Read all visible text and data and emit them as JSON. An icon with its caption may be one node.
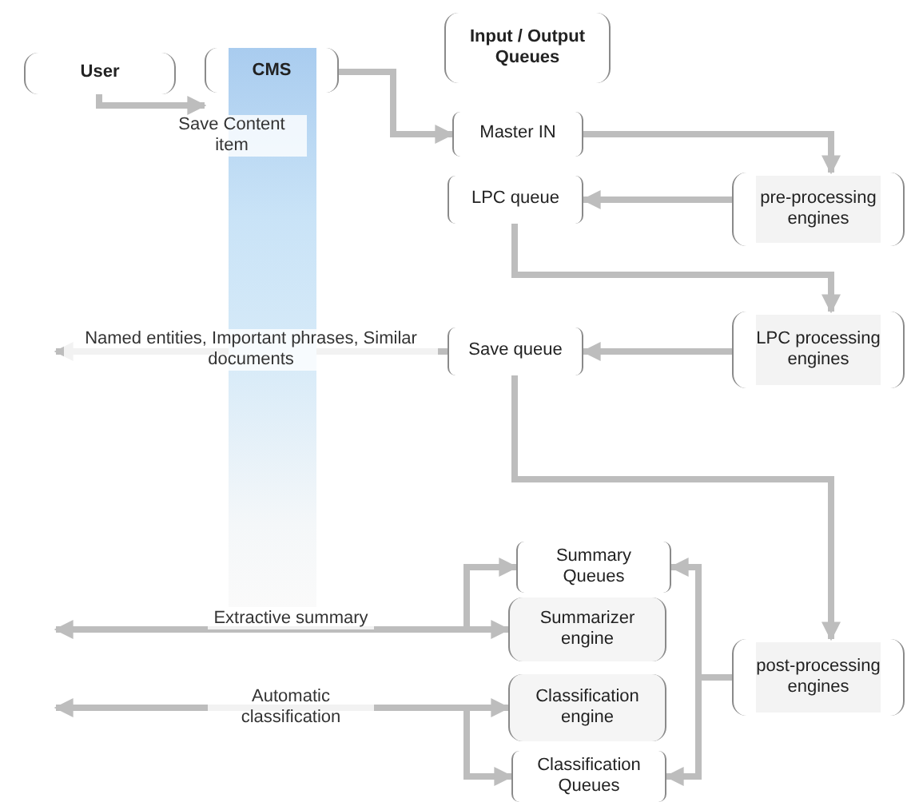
{
  "diagram": {
    "nodes": [
      {
        "text": [
          "User"
        ]
      },
      {
        "text": [
          "CMS"
        ]
      },
      {
        "text": [
          "Input / Output Queues"
        ]
      },
      {
        "text": [
          "Master IN"
        ]
      },
      {
        "text": [
          "pre-processing engines"
        ]
      },
      {
        "text": [
          "LPC queue"
        ]
      },
      {
        "text": [
          "LPC processing engines"
        ]
      },
      {
        "text": [
          "Save queue"
        ]
      },
      {
        "text": [
          "Summary Queues"
        ]
      },
      {
        "text": [
          "Summarizer engine"
        ]
      },
      {
        "text": [
          "post-processing engines"
        ]
      },
      {
        "text": [
          "Classification engine"
        ]
      },
      {
        "text": [
          "Classification Queues"
        ]
      }
    ],
    "edges": [
      {
        "from": 0,
        "to": 1,
        "arrow": "to",
        "label": "Save Content item"
      },
      {
        "from": 1,
        "to": 3,
        "arrow": "to"
      },
      {
        "from": 3,
        "to": 4,
        "arrow": "to"
      },
      {
        "from": 4,
        "to": 5,
        "arrow": "to"
      },
      {
        "from": 5,
        "to": 6,
        "arrow": "to"
      },
      {
        "from": 6,
        "to": 7,
        "arrow": "to"
      },
      {
        "from": 7,
        "to": null,
        "arrow": "to",
        "label": "Named entities, Important phrases, Similar documents"
      },
      {
        "from": 7,
        "to": 10,
        "arrow": "to"
      },
      {
        "from": 10,
        "to": 8,
        "arrow": "to"
      },
      {
        "from": 10,
        "to": 12,
        "arrow": "to"
      },
      {
        "from": null,
        "to": 9,
        "arrow": "both",
        "label": "Extractive summary"
      },
      {
        "from": 9,
        "to": 8,
        "arrow": "to"
      },
      {
        "from": null,
        "to": 11,
        "arrow": "both",
        "label": "Automatic classification"
      },
      {
        "from": 11,
        "to": 12,
        "arrow": "to"
      }
    ]
  }
}
